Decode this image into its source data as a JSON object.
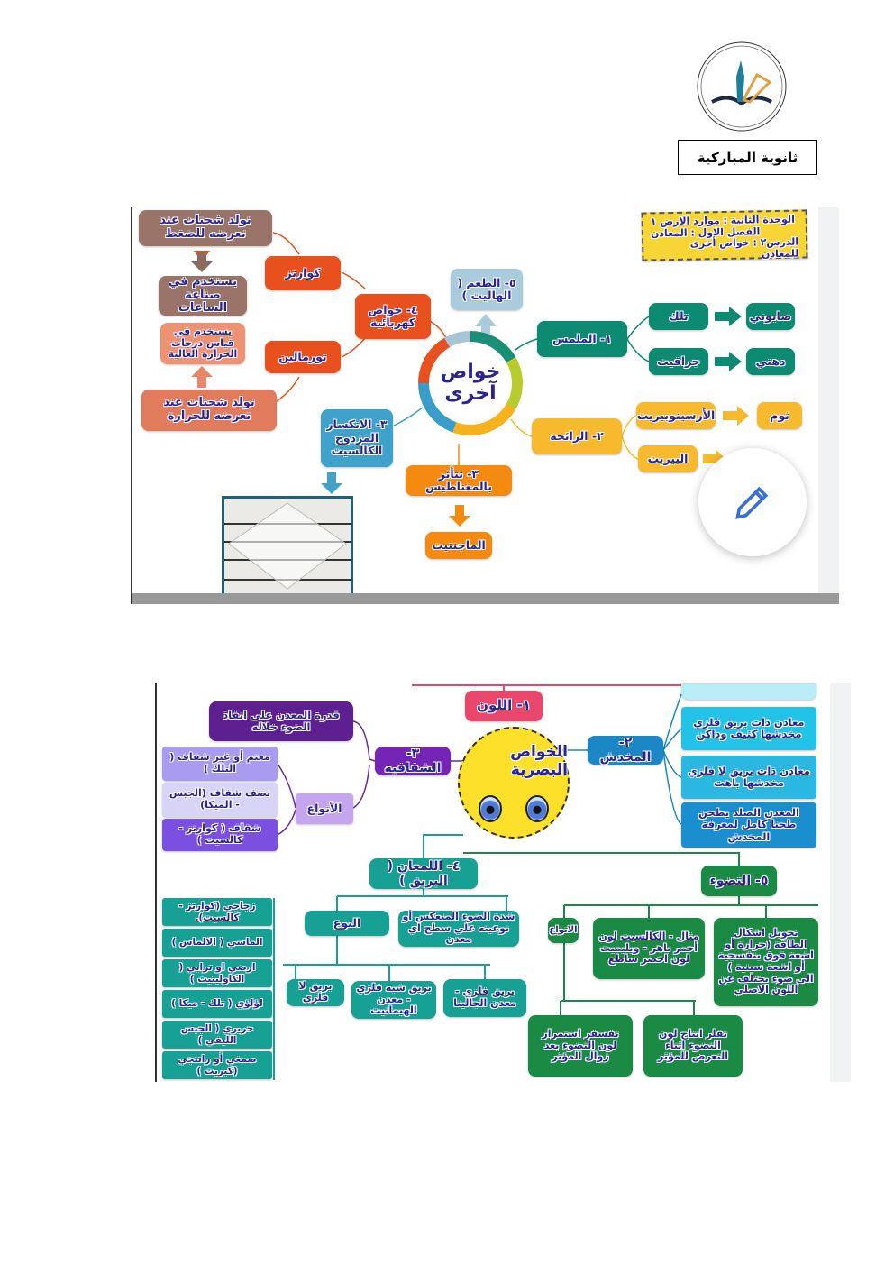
{
  "header": {
    "school_name": "ثانوية المباركية",
    "logo_text": "ثانوية المباركية"
  },
  "colors": {
    "text": "#2a2396",
    "electric": "#e8501e",
    "touch": "#0d8a72",
    "smell": "#f7b92e",
    "refraction": "#3ea2cb",
    "magnet": "#f58a10",
    "taste": "#a9cbdc"
  },
  "map1": {
    "note": [
      "الوحدة الثانية : موارد الارض ١",
      "الفصل الاول : المعادن",
      "الدرس٢ : خواص أخرى للمعادن"
    ],
    "center": "خواص آخرى",
    "pressure_charge": "تولد شحنات عند تعرضه للضغط",
    "watches": "يستخدم في صناعة الساعات",
    "high_temp": "يستخدم في قياس درجات الحرارة العالية",
    "heat_charge": "تولد شحنات عند تعرضه للحرارة",
    "quartz": "كوارتز",
    "tourmaline": "تورمالين",
    "electric": "٤- خواص كهربائية",
    "taste": "٥- الطعم ( الهاليت )",
    "touch": "١- الملمس",
    "talc": "تلك",
    "soapy": "صابوني",
    "graphite": "جرافيت",
    "greasy": "دهني",
    "smell": "٢- الرائحة",
    "arsenopyrite": "الأرسينوبيريت",
    "garlic": "ثوم",
    "pyrite": "البيريت",
    "refraction": "٣- الانكسار المزدوج الكالسيت",
    "magnet": "٣- تتأثر بالمغناطيس",
    "magnetite": "الماجنتيت",
    "edit_icon": "pencil-icon"
  },
  "map2": {
    "center": "الخواص البصرية",
    "color": "١- اللون",
    "transparency": "٣- الشفافية",
    "transparency_def": "قدرة المعدن على انفاذ الضوء خلاله",
    "types_label": "الأنواع",
    "opaque": "معتم أو غير شفاف ( التلك )",
    "translucent": "نصف شفاف (الجبس - الميكا)",
    "transparent": "شفاف ( كوارتز - كالسيت )",
    "streak": "٢- المخدش",
    "streak_items": [
      "معادن ذات بريق فلزي مخدشها كثيف وداكن",
      "معادن ذات بريق لا فلزي مخدشها باهت",
      "المعدن الصلد يطحن طحنا كامل لمعرفة المخدش"
    ],
    "luster": "٤- اللمعان ( البريق )",
    "luster_def": "شدة الضوء المنعكس أو نوعيته علي سطح اي معدن",
    "luster_type": "النوع",
    "nonmetallic": "بريق لا فلزي",
    "submetallic": "بريق شبه فلزي - معدن الهيماتيت",
    "metallic": "بريق فلزي - معدن الجالينا",
    "nonmetal_kinds": [
      "زجاجي (كوارتز - كالسيت).",
      "الماسي ( الالماس )",
      "ارضي او ترابي ( الكاولينيت )",
      "لؤلؤي ( تلك - ميكا )",
      "حريري ( الجبس الليفي )",
      "صمغي أو راتنجي (كبريت )"
    ],
    "fluorescence": "٥- التضوء",
    "fl_def": "تحويل اشكال الطاقة (حرارة أو اشعة فوق بنفسجية أو اشعة سينية ) الي ضوء يختلف عن اللون الاصلي",
    "fl_example": "مثال - الكالسيت لون أحمر باهر - ويليميت لون اخضر ساطع",
    "fl_types": "الانواع",
    "phosphor": "تفسفر استمرار لون التضوء بعد زوال المؤثر",
    "fluor": "تفلر انتاج لون التضوء اثناء التعرض للمؤثر"
  }
}
